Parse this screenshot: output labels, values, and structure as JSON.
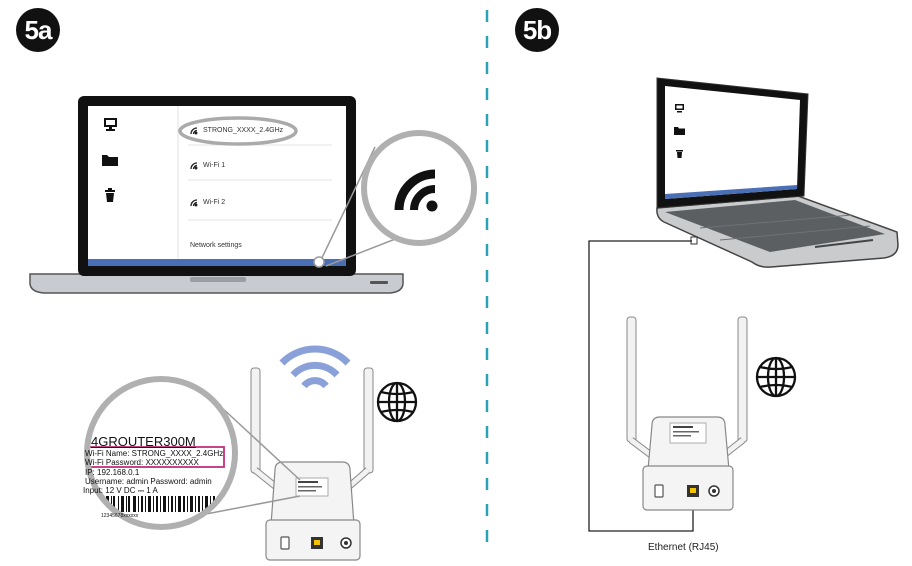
{
  "steps": {
    "left": "5a",
    "right": "5b"
  },
  "laptop_a": {
    "networks": [
      {
        "name": "STRONG_XXXX_2.4GHz",
        "highlighted": true
      },
      {
        "name": "Wi-Fi 1",
        "highlighted": false
      },
      {
        "name": "Wi-Fi 2",
        "highlighted": false
      }
    ],
    "network_settings": "Network settings",
    "sidebar_icons": [
      "computer-icon",
      "folder-icon",
      "trash-icon"
    ],
    "taskbar_color": "#4a6fb5"
  },
  "router_label": {
    "model": "4GROUTER300M",
    "wifi_name": "Wi-Fi Name: STRONG_XXXX_2.4GHz",
    "wifi_password": "Wi-Fi Password: XXXXXXXXXX",
    "ip": "IP: 192.168.0.1",
    "credentials": "Username: admin Password: admin",
    "input": "Input: 12 V DC ⎓ 1 A",
    "serial": "12345678xxxxxx",
    "highlight_color": "#c0307a"
  },
  "ethernet_label": "Ethernet (RJ45)",
  "colors": {
    "divider": "#2aa3b8",
    "wifi_signal": "#8aa0d8",
    "laptop_body": "#bfc2c6"
  }
}
